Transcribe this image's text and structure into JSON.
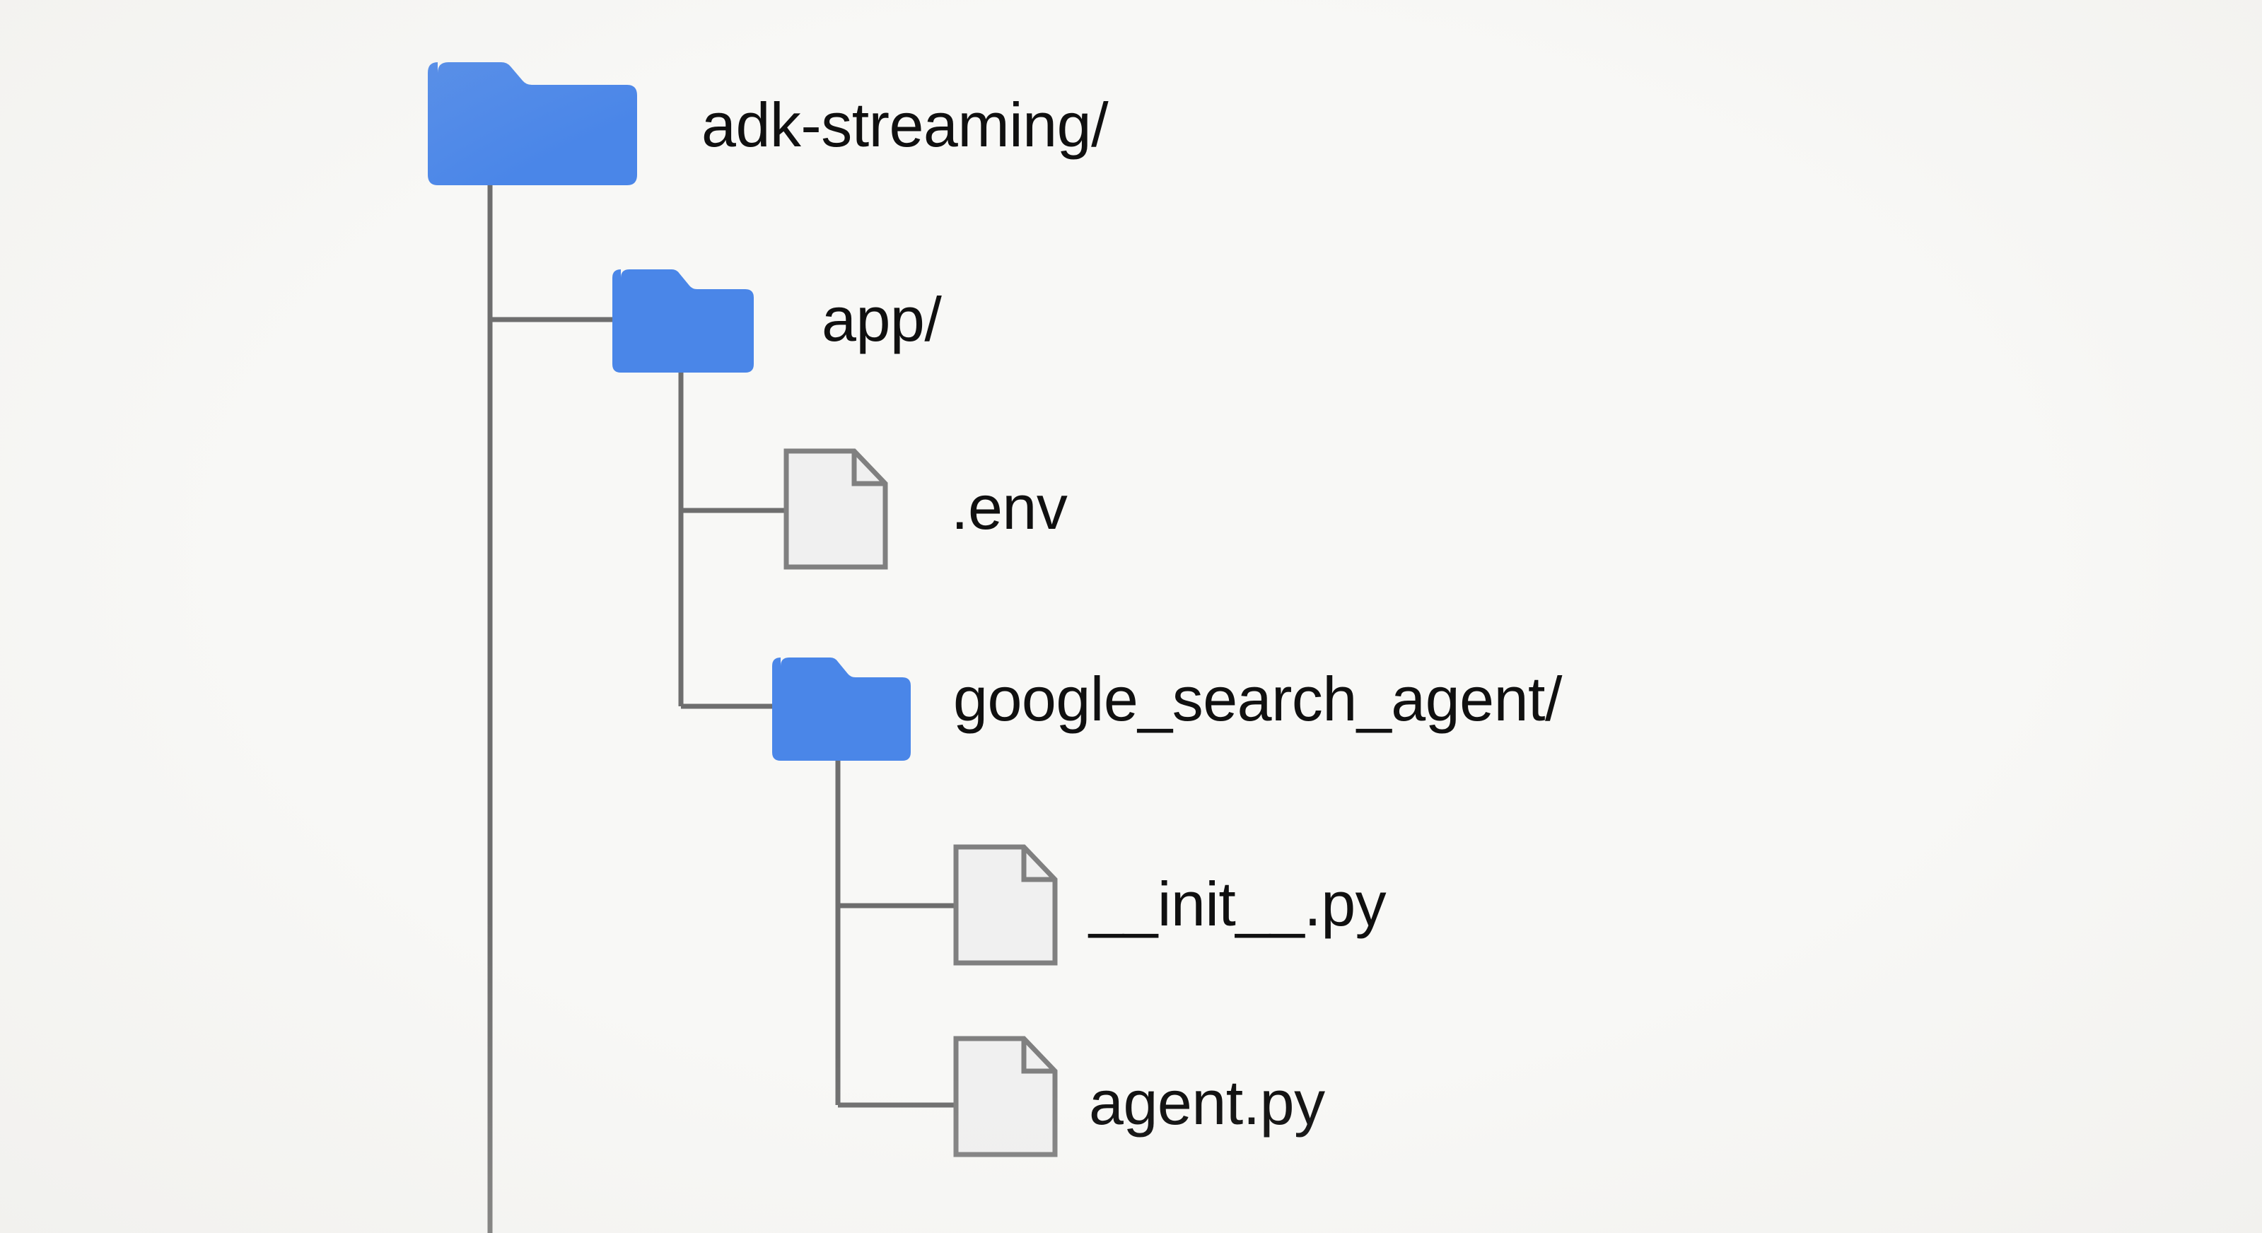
{
  "diagram": {
    "type": "file-tree",
    "title_visible": false,
    "background_color": "#f8f8f6",
    "folder_color": "#4a86e8",
    "file_fill_color": "#f0f0f0",
    "file_border_color": "#808080",
    "connector_color": "#6e6e6e",
    "text_color": "#101010",
    "nodes": [
      {
        "id": "root",
        "label": "adk-streaming/",
        "kind": "folder",
        "depth": 0,
        "icon": "folder-icon"
      },
      {
        "id": "app",
        "label": "app/",
        "kind": "folder",
        "depth": 1,
        "icon": "folder-icon"
      },
      {
        "id": "env",
        "label": ".env",
        "kind": "file",
        "depth": 2,
        "icon": "file-icon"
      },
      {
        "id": "google_search_agent",
        "label": "google_search_agent/",
        "kind": "folder",
        "depth": 2,
        "icon": "folder-icon"
      },
      {
        "id": "init_py",
        "label": "__init__.py",
        "kind": "file",
        "depth": 3,
        "icon": "file-icon"
      },
      {
        "id": "agent_py",
        "label": "agent.py",
        "kind": "file",
        "depth": 3,
        "icon": "file-icon"
      }
    ]
  }
}
